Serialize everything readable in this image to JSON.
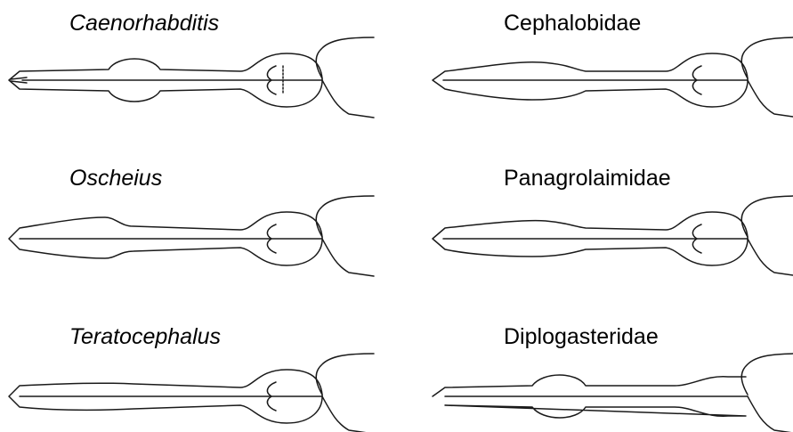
{
  "figure": {
    "panels": [
      {
        "label": "Caenorhabditis",
        "italic": true,
        "shape": "caenorhabditis"
      },
      {
        "label": "Cephalobidae",
        "italic": false,
        "shape": "cephalobidae"
      },
      {
        "label": "Oscheius",
        "italic": true,
        "shape": "oscheius"
      },
      {
        "label": "Panagrolaimidae",
        "italic": false,
        "shape": "panagrolaimidae"
      },
      {
        "label": "Teratocephalus",
        "italic": true,
        "shape": "teratocephalus"
      },
      {
        "label": "Diplogasteridae",
        "italic": false,
        "shape": "diplogasteridae"
      }
    ]
  }
}
